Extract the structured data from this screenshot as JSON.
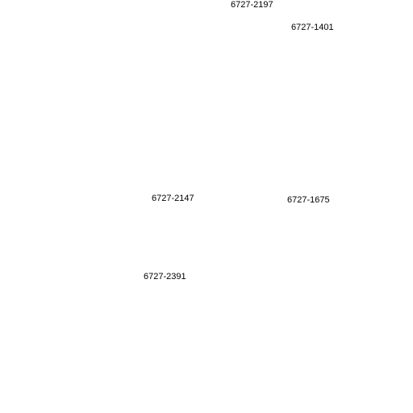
{
  "map": {
    "background": "#ffffff",
    "label_color": "#000000",
    "parcel_labels": [
      "6727-2197",
      "6727-1401",
      "6727-2147",
      "6727-1675",
      "6727-2391"
    ]
  }
}
